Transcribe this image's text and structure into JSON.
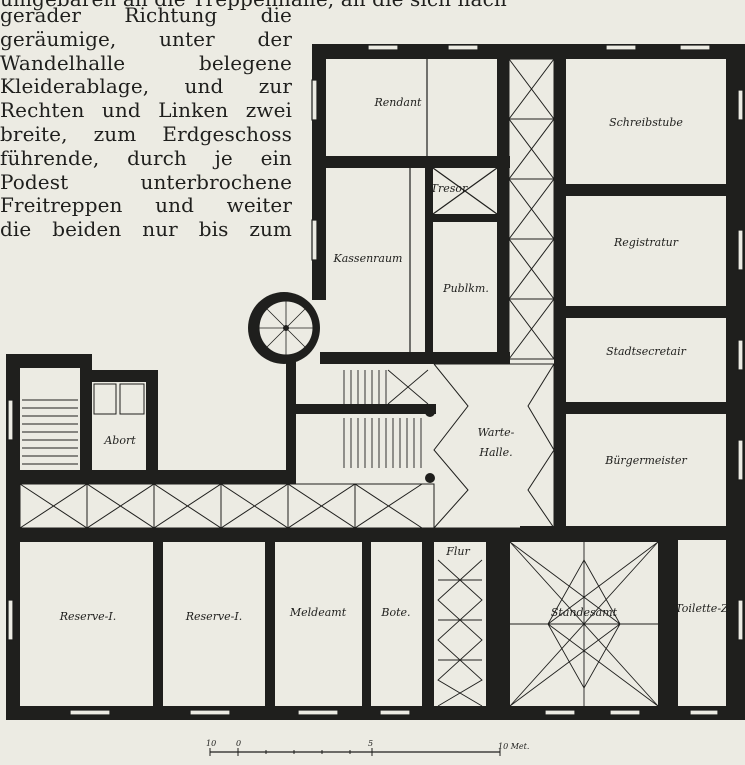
{
  "text": {
    "partial_top": "umgebaren an die Treppenhalle, an die sich nach",
    "lines": [
      "gerader  Richtung  die",
      "geräumige,  unter  der",
      "Wandelhalle  belegene",
      "Kleiderablage,  und  zur",
      "Rechten und Linken zwei",
      "breite, zum Erdgeschoss",
      "führende,  durch  je  ein",
      " Podest unterbrochene",
      "Freitreppen  und  weiter",
      "die beiden nur bis zum"
    ]
  },
  "rooms": {
    "rendant": "Rendant",
    "schreibstube": "Schreibstube",
    "tresor": "Tresor",
    "kassenraum": "Kassenraum",
    "publikum": "Publkm.",
    "registratur": "Registratur",
    "stadtsecretair": "Stadtsecretair",
    "abort": "Abort",
    "wartehalle_1": "Warte-",
    "wartehalle_2": "Halle.",
    "buergermeister": "Bürgermeister",
    "flur": "Flur",
    "reserve_1": "Reserve-I.",
    "reserve_2": "Reserve-I.",
    "meldeamt": "Meldeamt",
    "bote": "Bote.",
    "standesamt": "Standesamt",
    "toilette": "Toilette-Z"
  },
  "scale": {
    "left": "10",
    "zero": "0",
    "mid": "5",
    "right": "10 Met."
  },
  "colors": {
    "paper": "#ecebe3",
    "ink": "#1f1f1d"
  }
}
